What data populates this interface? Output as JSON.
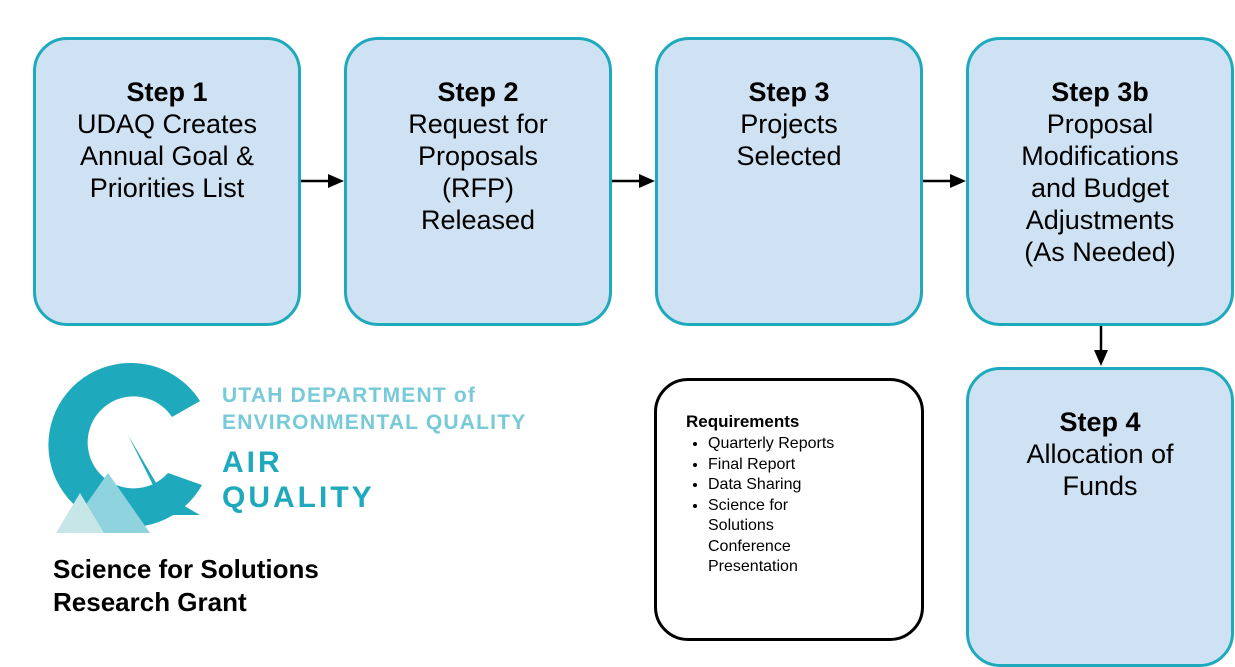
{
  "steps": [
    {
      "title": "Step 1",
      "lines": [
        "UDAQ Creates",
        "Annual Goal &",
        "Priorities List"
      ]
    },
    {
      "title": "Step 2",
      "lines": [
        "Request for",
        "Proposals",
        "(RFP)",
        "Released"
      ]
    },
    {
      "title": "Step 3",
      "lines": [
        "Projects",
        "Selected"
      ]
    },
    {
      "title": "Step 3b",
      "lines": [
        "Proposal",
        "Modifications",
        "and Budget",
        "Adjustments",
        "(As Needed)"
      ]
    },
    {
      "title": "Step 4",
      "lines": [
        "Allocation of",
        "Funds"
      ]
    }
  ],
  "requirements": {
    "title": "Requirements",
    "items": [
      "Quarterly Reports",
      "Final Report",
      "Data Sharing",
      "Science for Solutions Conference Presentation"
    ]
  },
  "organization": {
    "line1": "UTAH DEPARTMENT of",
    "line2": "ENVIRONMENTAL QUALITY",
    "line3": "AIR",
    "line4": "QUALITY"
  },
  "grant": {
    "line1": "Science for Solutions",
    "line2": "Research Grant"
  },
  "colors": {
    "box_fill": "#cfe2f3",
    "box_border": "#1fa9bd",
    "logo_primary": "#1fa9bd",
    "logo_light": "#8fd3df",
    "logo_pale": "#c7e6e8"
  }
}
